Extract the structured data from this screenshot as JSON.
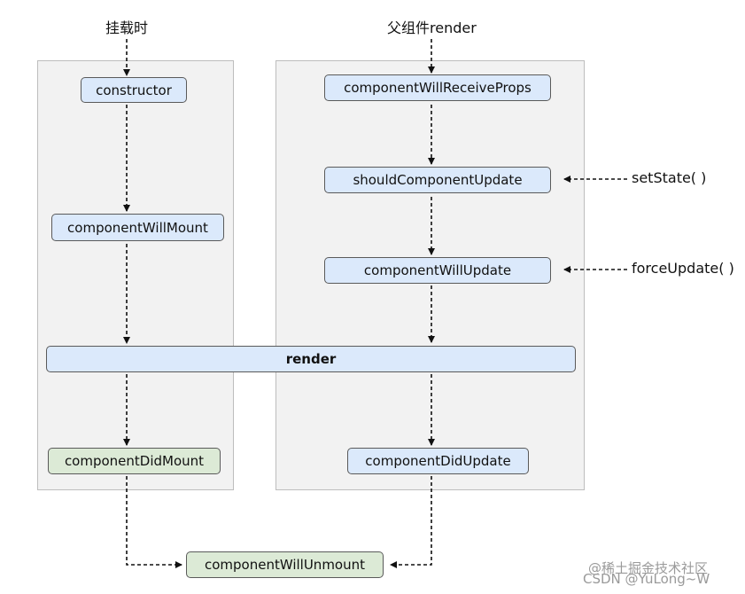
{
  "labels": {
    "mount_trigger": "挂载时",
    "parent_render": "父组件render",
    "set_state": "setState( )",
    "force_update": "forceUpdate( )"
  },
  "nodes": {
    "constructor": "constructor",
    "component_will_mount": "componentWillMount",
    "render": "render",
    "component_did_mount": "componentDidMount",
    "component_will_receive_props": "componentWillReceiveProps",
    "should_component_update": "shouldComponentUpdate",
    "component_will_update": "componentWillUpdate",
    "component_did_update": "componentDidUpdate",
    "component_will_unmount": "componentWillUnmount"
  },
  "watermark": {
    "line1": "@稀土掘金技术社区",
    "line2": "CSDN @YuLong~W"
  },
  "colors": {
    "blue_node": "#dbe9fb",
    "green_node": "#dcead6",
    "panel": "#f2f2f2"
  }
}
